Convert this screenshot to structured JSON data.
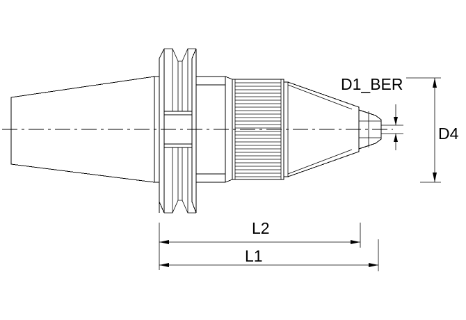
{
  "dimensions": {
    "d1_label": "D1_BER",
    "d4_label": "D4",
    "l2_label": "L2",
    "l1_label": "L1"
  }
}
